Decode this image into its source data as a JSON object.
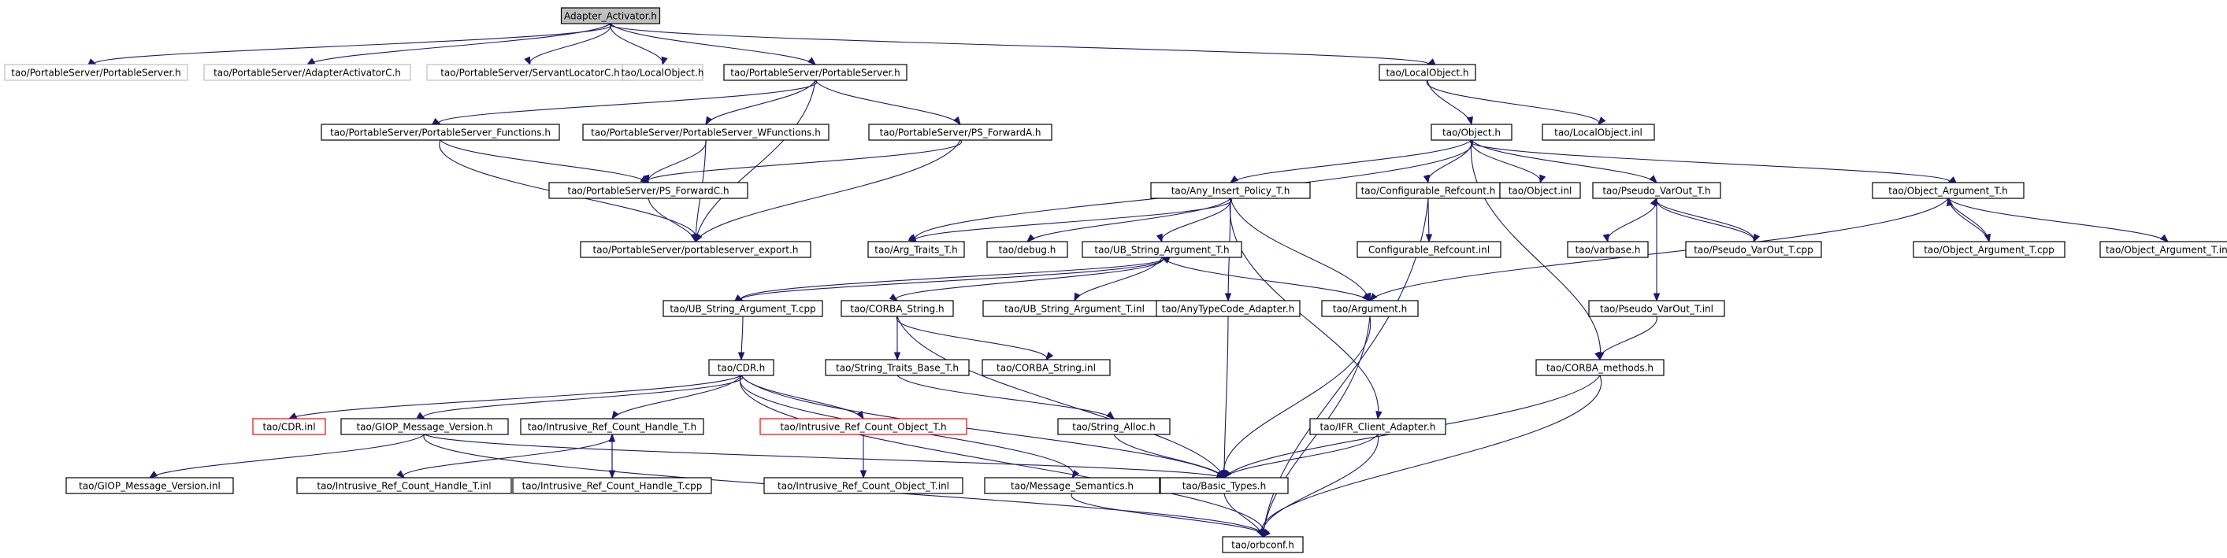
{
  "graph": {
    "nodes": [
      {
        "id": "root",
        "label": "Adapter_Activator.h",
        "kind": "root"
      },
      {
        "id": "ps_missing",
        "label": "tao/PortableServer/PortableServer.h",
        "kind": "missing"
      },
      {
        "id": "aac",
        "label": "tao/PortableServer/AdapterActivatorC.h",
        "kind": "missing"
      },
      {
        "id": "slc",
        "label": "tao/PortableServer/ServantLocatorC.h",
        "kind": "missing"
      },
      {
        "id": "lo_missing",
        "label": "tao/LocalObject.h",
        "kind": "missing"
      },
      {
        "id": "ps",
        "label": "tao/PortableServer/PortableServer.h",
        "kind": "normal"
      },
      {
        "id": "lo",
        "label": "tao/LocalObject.h",
        "kind": "normal"
      },
      {
        "id": "psf",
        "label": "tao/PortableServer/PortableServer_Functions.h",
        "kind": "normal"
      },
      {
        "id": "psw",
        "label": "tao/PortableServer/PortableServer_WFunctions.h",
        "kind": "normal"
      },
      {
        "id": "psfa",
        "label": "tao/PortableServer/PS_ForwardA.h",
        "kind": "normal"
      },
      {
        "id": "obj",
        "label": "tao/Object.h",
        "kind": "normal"
      },
      {
        "id": "loinl",
        "label": "tao/LocalObject.inl",
        "kind": "normal"
      },
      {
        "id": "psfc",
        "label": "tao/PortableServer/PS_ForwardC.h",
        "kind": "normal"
      },
      {
        "id": "aip",
        "label": "tao/Any_Insert_Policy_T.h",
        "kind": "normal"
      },
      {
        "id": "cfg",
        "label": "tao/Configurable_Refcount.h",
        "kind": "normal"
      },
      {
        "id": "objinl",
        "label": "tao/Object.inl",
        "kind": "normal"
      },
      {
        "id": "pvo",
        "label": "tao/Pseudo_VarOut_T.h",
        "kind": "normal"
      },
      {
        "id": "oa",
        "label": "tao/Object_Argument_T.h",
        "kind": "normal"
      },
      {
        "id": "pse",
        "label": "tao/PortableServer/portableserver_export.h",
        "kind": "normal"
      },
      {
        "id": "arg",
        "label": "tao/Arg_Traits_T.h",
        "kind": "normal"
      },
      {
        "id": "dbg",
        "label": "tao/debug.h",
        "kind": "normal"
      },
      {
        "id": "ubs",
        "label": "tao/UB_String_Argument_T.h",
        "kind": "normal"
      },
      {
        "id": "cfginl",
        "label": "Configurable_Refcount.inl",
        "kind": "normal"
      },
      {
        "id": "vb",
        "label": "tao/varbase.h",
        "kind": "normal"
      },
      {
        "id": "pvocpp",
        "label": "tao/Pseudo_VarOut_T.cpp",
        "kind": "normal"
      },
      {
        "id": "oacpp",
        "label": "tao/Object_Argument_T.cpp",
        "kind": "normal"
      },
      {
        "id": "oainl",
        "label": "tao/Object_Argument_T.inl",
        "kind": "normal"
      },
      {
        "id": "ubscpp",
        "label": "tao/UB_String_Argument_T.cpp",
        "kind": "normal"
      },
      {
        "id": "cs",
        "label": "tao/CORBA_String.h",
        "kind": "normal"
      },
      {
        "id": "ubsinl",
        "label": "tao/UB_String_Argument_T.inl",
        "kind": "normal"
      },
      {
        "id": "atc",
        "label": "tao/AnyTypeCode_Adapter.h",
        "kind": "normal"
      },
      {
        "id": "argh",
        "label": "tao/Argument.h",
        "kind": "normal"
      },
      {
        "id": "pvoinl",
        "label": "tao/Pseudo_VarOut_T.inl",
        "kind": "normal"
      },
      {
        "id": "cdr",
        "label": "tao/CDR.h",
        "kind": "normal"
      },
      {
        "id": "stb",
        "label": "tao/String_Traits_Base_T.h",
        "kind": "normal"
      },
      {
        "id": "csinl",
        "label": "tao/CORBA_String.inl",
        "kind": "normal"
      },
      {
        "id": "cm",
        "label": "tao/CORBA_methods.h",
        "kind": "normal"
      },
      {
        "id": "cdrinl",
        "label": "tao/CDR.inl",
        "kind": "doc"
      },
      {
        "id": "giop",
        "label": "tao/GIOP_Message_Version.h",
        "kind": "normal"
      },
      {
        "id": "irch",
        "label": "tao/Intrusive_Ref_Count_Handle_T.h",
        "kind": "normal"
      },
      {
        "id": "irco",
        "label": "tao/Intrusive_Ref_Count_Object_T.h",
        "kind": "doc"
      },
      {
        "id": "sa",
        "label": "tao/String_Alloc.h",
        "kind": "normal"
      },
      {
        "id": "ifr",
        "label": "tao/IFR_Client_Adapter.h",
        "kind": "normal"
      },
      {
        "id": "giopinl",
        "label": "tao/GIOP_Message_Version.inl",
        "kind": "normal"
      },
      {
        "id": "irchinl",
        "label": "tao/Intrusive_Ref_Count_Handle_T.inl",
        "kind": "normal"
      },
      {
        "id": "irchcpp",
        "label": "tao/Intrusive_Ref_Count_Handle_T.cpp",
        "kind": "normal"
      },
      {
        "id": "ircoinl",
        "label": "tao/Intrusive_Ref_Count_Object_T.inl",
        "kind": "normal"
      },
      {
        "id": "ms",
        "label": "tao/Message_Semantics.h",
        "kind": "normal"
      },
      {
        "id": "bt",
        "label": "tao/Basic_Types.h",
        "kind": "normal"
      },
      {
        "id": "orb",
        "label": "tao/orbconf.h",
        "kind": "normal"
      }
    ],
    "edges": [
      [
        "root",
        "ps_missing"
      ],
      [
        "root",
        "aac"
      ],
      [
        "root",
        "slc"
      ],
      [
        "root",
        "lo_missing"
      ],
      [
        "root",
        "ps"
      ],
      [
        "root",
        "lo"
      ],
      [
        "ps",
        "psf"
      ],
      [
        "ps",
        "psw"
      ],
      [
        "ps",
        "psfa"
      ],
      [
        "ps",
        "pse"
      ],
      [
        "lo",
        "obj"
      ],
      [
        "lo",
        "loinl"
      ],
      [
        "psf",
        "psfc"
      ],
      [
        "psf",
        "pse"
      ],
      [
        "psw",
        "psfc"
      ],
      [
        "psw",
        "pse"
      ],
      [
        "psfa",
        "psfc"
      ],
      [
        "psfa",
        "pse"
      ],
      [
        "psfc",
        "pse"
      ],
      [
        "obj",
        "aip"
      ],
      [
        "obj",
        "cfg"
      ],
      [
        "obj",
        "objinl"
      ],
      [
        "obj",
        "pvo"
      ],
      [
        "obj",
        "oa"
      ],
      [
        "obj",
        "arg"
      ],
      [
        "obj",
        "cm"
      ],
      [
        "aip",
        "arg"
      ],
      [
        "aip",
        "dbg"
      ],
      [
        "aip",
        "ubs"
      ],
      [
        "aip",
        "atc"
      ],
      [
        "aip",
        "argh"
      ],
      [
        "aip",
        "ifr"
      ],
      [
        "cfg",
        "cfginl"
      ],
      [
        "cfg",
        "orb"
      ],
      [
        "pvo",
        "vb"
      ],
      [
        "pvo",
        "pvocpp"
      ],
      [
        "pvocpp",
        "pvo"
      ],
      [
        "pvo",
        "pvoinl"
      ],
      [
        "oa",
        "oacpp"
      ],
      [
        "oacpp",
        "oa"
      ],
      [
        "oa",
        "oainl"
      ],
      [
        "oa",
        "argh"
      ],
      [
        "ubs",
        "ubscpp"
      ],
      [
        "ubscpp",
        "ubs"
      ],
      [
        "ubs",
        "cs"
      ],
      [
        "ubs",
        "ubsinl"
      ],
      [
        "ubs",
        "argh"
      ],
      [
        "ubscpp",
        "cdr"
      ],
      [
        "cs",
        "stb"
      ],
      [
        "cs",
        "csinl"
      ],
      [
        "cs",
        "bt"
      ],
      [
        "atc",
        "bt"
      ],
      [
        "argh",
        "bt"
      ],
      [
        "argh",
        "orb"
      ],
      [
        "pvoinl",
        "cm"
      ],
      [
        "cm",
        "bt"
      ],
      [
        "cm",
        "orb"
      ],
      [
        "cdr",
        "cdrinl"
      ],
      [
        "cdr",
        "giop"
      ],
      [
        "cdr",
        "irch"
      ],
      [
        "cdr",
        "irco"
      ],
      [
        "cdr",
        "ms"
      ],
      [
        "cdr",
        "bt"
      ],
      [
        "cdr",
        "orb"
      ],
      [
        "stb",
        "sa"
      ],
      [
        "giop",
        "giopinl"
      ],
      [
        "giop",
        "bt"
      ],
      [
        "giop",
        "orb"
      ],
      [
        "irch",
        "irchinl"
      ],
      [
        "irch",
        "irchcpp"
      ],
      [
        "irchcpp",
        "irch"
      ],
      [
        "irco",
        "ircoinl"
      ],
      [
        "sa",
        "bt"
      ],
      [
        "ifr",
        "bt"
      ],
      [
        "ifr",
        "orb"
      ],
      [
        "ms",
        "orb"
      ],
      [
        "bt",
        "orb"
      ]
    ]
  }
}
